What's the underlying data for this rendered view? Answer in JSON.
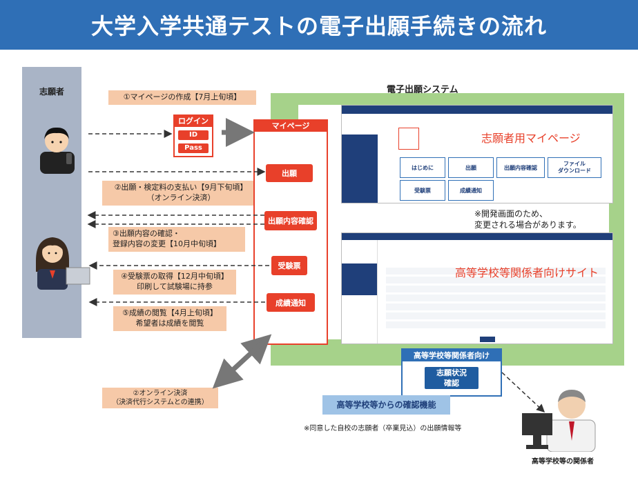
{
  "title": "大学入学共通テストの電子出願手続きの流れ",
  "applicant": {
    "label": "志願者"
  },
  "steps": [
    {
      "text": "①マイページの作成【7月上旬頃】",
      "sub": ""
    },
    {
      "text": "②出願・検定料の支払い【9月下旬頃】",
      "sub": "（オンライン決済）"
    },
    {
      "text": "③出願内容の確認・",
      "sub": "登録内容の変更【10月中旬頃】"
    },
    {
      "text": "④受験票の取得【12月中旬頃】",
      "sub": "印刷して試験場に持参"
    },
    {
      "text": "⑤成績の閲覧【4月上旬頃】",
      "sub": "希望者は成績を閲覧"
    }
  ],
  "login": {
    "title": "ログイン",
    "id": "ID",
    "pass": "Pass"
  },
  "mypage": {
    "title": "マイページ",
    "buttons": [
      "出願",
      "出願内容確認",
      "受験票",
      "成績通知"
    ]
  },
  "system": {
    "label": "電子出願システム",
    "applicant_page_label": "志願者用マイページ",
    "hs_site_label": "高等学校等関係者向けサイト",
    "tiles": [
      "はじめに",
      "出願",
      "出願内容確認",
      "ファイル\nダウンロード",
      "受験票",
      "成績通知"
    ],
    "note_line1": "※開発画面のため、",
    "note_line2": "変更される場合があります。"
  },
  "hs_box": {
    "title": "高等学校等関係者向け",
    "button_line1": "志願状況",
    "button_line2": "確認"
  },
  "confirm_function": "高等学校等からの確認機能",
  "confirm_note": "※同意した自校の志願者（卒業見込）の出願情報等",
  "online_payment": {
    "line1": "②オンライン決済",
    "line2": "（決済代行システムとの連携）"
  },
  "hs_person_label": "高等学校等の関係者",
  "colors": {
    "title_bg": "#2f6fb6",
    "accent_red": "#e8402a",
    "green": "#a6d28a",
    "step_bg": "#f6c9a8"
  }
}
